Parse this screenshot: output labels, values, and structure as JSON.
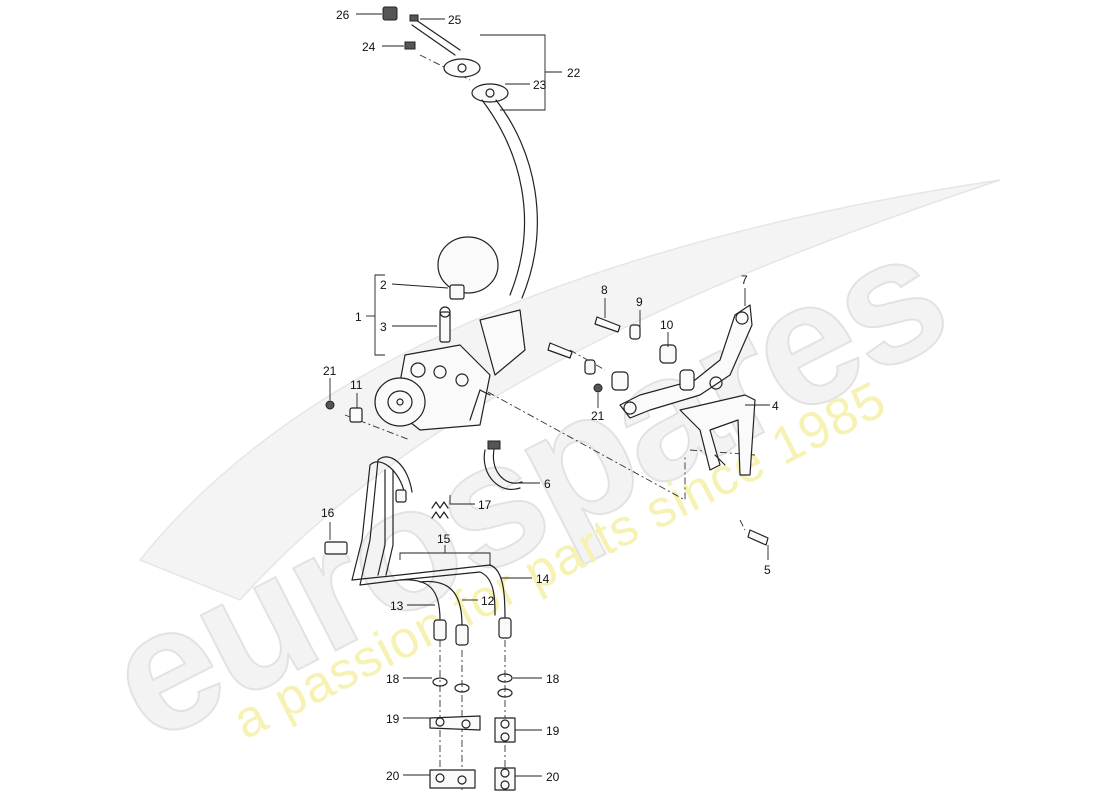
{
  "watermark": {
    "brand": "eurospares",
    "tagline": "a passion for parts since 1985"
  },
  "callouts": [
    {
      "id": "26",
      "label": "26"
    },
    {
      "id": "25",
      "label": "25"
    },
    {
      "id": "24",
      "label": "24"
    },
    {
      "id": "22",
      "label": "22"
    },
    {
      "id": "23",
      "label": "23"
    },
    {
      "id": "2",
      "label": "2"
    },
    {
      "id": "1",
      "label": "1"
    },
    {
      "id": "3",
      "label": "3"
    },
    {
      "id": "8",
      "label": "8"
    },
    {
      "id": "9",
      "label": "9"
    },
    {
      "id": "10",
      "label": "10"
    },
    {
      "id": "7",
      "label": "7"
    },
    {
      "id": "21a",
      "label": "21"
    },
    {
      "id": "11",
      "label": "11"
    },
    {
      "id": "21b",
      "label": "21"
    },
    {
      "id": "4",
      "label": "4"
    },
    {
      "id": "6",
      "label": "6"
    },
    {
      "id": "17",
      "label": "17"
    },
    {
      "id": "16",
      "label": "16"
    },
    {
      "id": "15",
      "label": "15"
    },
    {
      "id": "14",
      "label": "14"
    },
    {
      "id": "5",
      "label": "5"
    },
    {
      "id": "13",
      "label": "13"
    },
    {
      "id": "12",
      "label": "12"
    },
    {
      "id": "18a",
      "label": "18"
    },
    {
      "id": "18b",
      "label": "18"
    },
    {
      "id": "19a",
      "label": "19"
    },
    {
      "id": "19b",
      "label": "19"
    },
    {
      "id": "20a",
      "label": "20"
    },
    {
      "id": "20b",
      "label": "20"
    }
  ]
}
